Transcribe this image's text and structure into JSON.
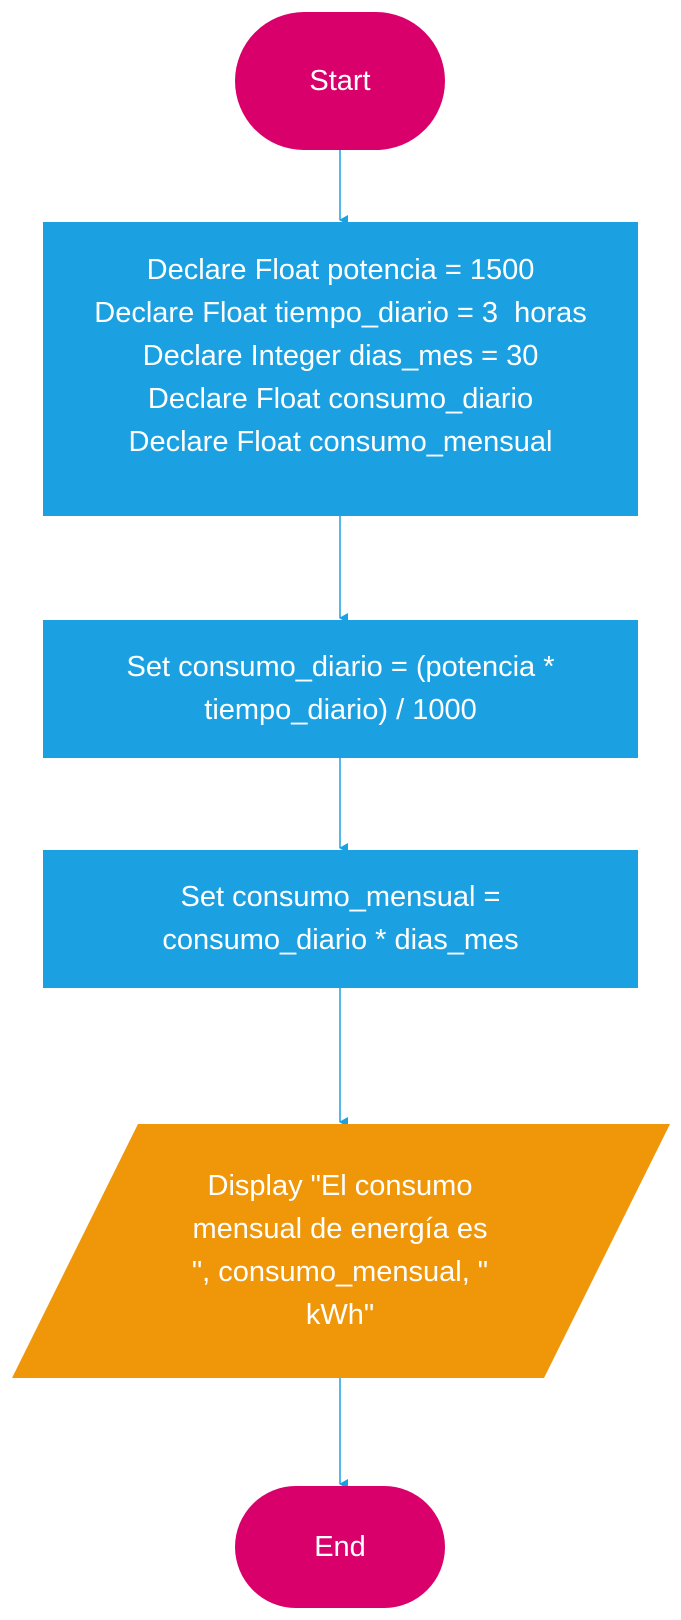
{
  "colors": {
    "terminal": "#d9006c",
    "process": "#1ba1e2",
    "io": "#f09609",
    "connector": "#1ba1e2",
    "text": "#ffffff"
  },
  "nodes": {
    "start": {
      "shape": "terminal",
      "lines": [
        "Start"
      ]
    },
    "declare": {
      "shape": "process",
      "lines": [
        "Declare Float potencia = 1500",
        "Declare Float tiempo_diario = 3  horas",
        "Declare Integer dias_mes = 30",
        "Declare Float consumo_diario",
        "Declare Float consumo_mensual"
      ]
    },
    "set_diario": {
      "shape": "process",
      "lines": [
        "Set consumo_diario = (potencia *",
        "tiempo_diario) / 1000"
      ]
    },
    "set_mensual": {
      "shape": "process",
      "lines": [
        "Set consumo_mensual =",
        "consumo_diario * dias_mes"
      ]
    },
    "display": {
      "shape": "io",
      "lines": [
        "Display \"El consumo",
        "mensual de energía es",
        "\", consumo_mensual, \"",
        "kWh\""
      ]
    },
    "end": {
      "shape": "terminal",
      "lines": [
        "End"
      ]
    }
  },
  "edges": [
    {
      "from": "start",
      "to": "declare"
    },
    {
      "from": "declare",
      "to": "set_diario"
    },
    {
      "from": "set_diario",
      "to": "set_mensual"
    },
    {
      "from": "set_mensual",
      "to": "display"
    },
    {
      "from": "display",
      "to": "end"
    }
  ]
}
